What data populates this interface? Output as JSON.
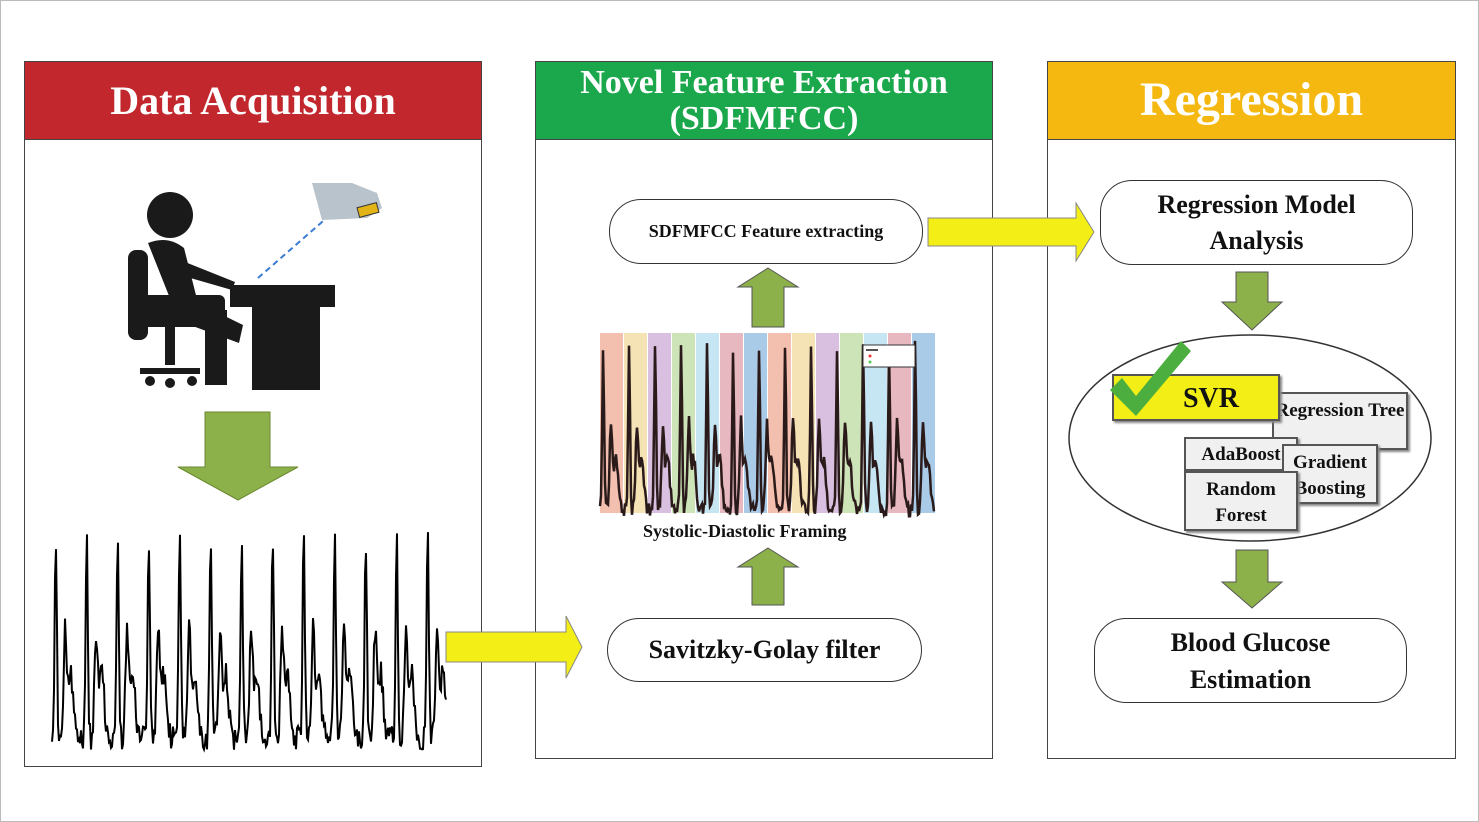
{
  "colors": {
    "acquisition": "#c1272d",
    "feature": "#1ba74b",
    "regression": "#f5b810",
    "arrow_yellow": "#f2ee16",
    "arrow_green": "#8cb04a",
    "svr": "#f2ee16",
    "check": "#4cae3f"
  },
  "panels": {
    "acquisition": {
      "title": "Data Acquisition",
      "icons": [
        "person-at-desk-icon",
        "hand-with-sensor-icon"
      ]
    },
    "feature": {
      "title": "Novel Feature Extraction (SDFMFCC)",
      "steps": {
        "extract": "SDFMFCC Feature extracting",
        "framing": "Systolic-Diastolic Framing",
        "filter": "Savitzky-Golay filter"
      }
    },
    "regression": {
      "title": "Regression",
      "analysis": "Regression Model Analysis",
      "models": {
        "svr": "SVR",
        "tree": "Regression Tree",
        "adaboost": "AdaBoost",
        "gradient": "Gradient Boosting",
        "forest": "Random Forest"
      },
      "selected": "SVR",
      "output": "Blood Glucose Estimation"
    }
  }
}
